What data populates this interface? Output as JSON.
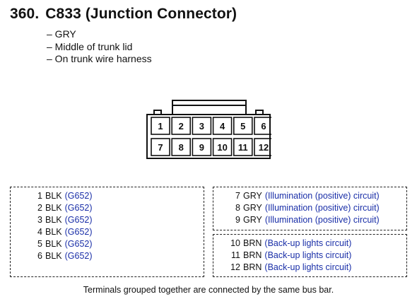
{
  "header": {
    "number": "360.",
    "title": "C833 (Junction Connector)"
  },
  "info": [
    "– GRY",
    "– Middle of trunk lid",
    "– On trunk wire harness"
  ],
  "connector": {
    "top_row": [
      "1",
      "2",
      "3",
      "4",
      "5",
      "6"
    ],
    "bottom_row": [
      "7",
      "8",
      "9",
      "10",
      "11",
      "12"
    ]
  },
  "groups": {
    "left": [
      {
        "pin": "1",
        "color": "BLK",
        "circuit": "(G652)"
      },
      {
        "pin": "2",
        "color": "BLK",
        "circuit": "(G652)"
      },
      {
        "pin": "3",
        "color": "BLK",
        "circuit": "(G652)"
      },
      {
        "pin": "4",
        "color": "BLK",
        "circuit": "(G652)"
      },
      {
        "pin": "5",
        "color": "BLK",
        "circuit": "(G652)"
      },
      {
        "pin": "6",
        "color": "BLK",
        "circuit": "(G652)"
      }
    ],
    "right_top": [
      {
        "pin": "7",
        "color": "GRY",
        "circuit": "(Illumination (positive) circuit)"
      },
      {
        "pin": "8",
        "color": "GRY",
        "circuit": "(Illumination (positive) circuit)"
      },
      {
        "pin": "9",
        "color": "GRY",
        "circuit": "(Illumination (positive) circuit)"
      }
    ],
    "right_bottom": [
      {
        "pin": "10",
        "color": "BRN",
        "circuit": "(Back-up lights circuit)"
      },
      {
        "pin": "11",
        "color": "BRN",
        "circuit": "(Back-up lights circuit)"
      },
      {
        "pin": "12",
        "color": "BRN",
        "circuit": "(Back-up lights circuit)"
      }
    ]
  },
  "footer": "Terminals grouped together are connected by the same bus bar.",
  "colors": {
    "link": "#1a2fa8"
  }
}
